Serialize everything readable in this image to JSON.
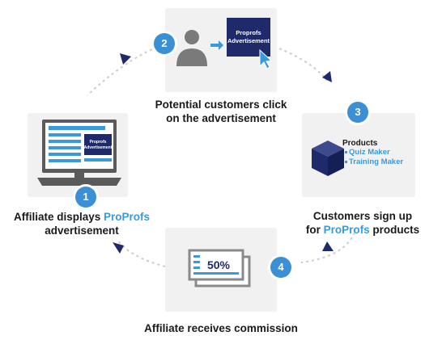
{
  "steps": [
    {
      "num": "1",
      "caption_line1_pre": "Affiliate displays ",
      "caption_brand_pro": "Pro",
      "caption_brand_profs": "Profs",
      "caption_line2": "advertisement"
    },
    {
      "num": "2",
      "caption_line1": "Potential customers click",
      "caption_line2": "on the advertisement"
    },
    {
      "num": "3",
      "caption_line1": "Customers sign up",
      "caption_line2_pre": "for ",
      "caption_brand_pro": "Pro",
      "caption_brand_profs": "Profs",
      "caption_line2_post": " products"
    },
    {
      "num": "4",
      "caption": "Affiliate receives commission"
    }
  ],
  "ad": {
    "line1": "Proprofs",
    "line2": "Advertisement"
  },
  "products": {
    "title": "Products",
    "items": [
      "Quiz Maker",
      "Training Maker"
    ]
  },
  "commission": {
    "value": "50%"
  },
  "colors": {
    "navy": "#1f2a6b",
    "accent": "#3a9ad9",
    "badge": "#3b8fd4",
    "panel": "#f1f1f1",
    "arrow": "#cfcfcf"
  }
}
